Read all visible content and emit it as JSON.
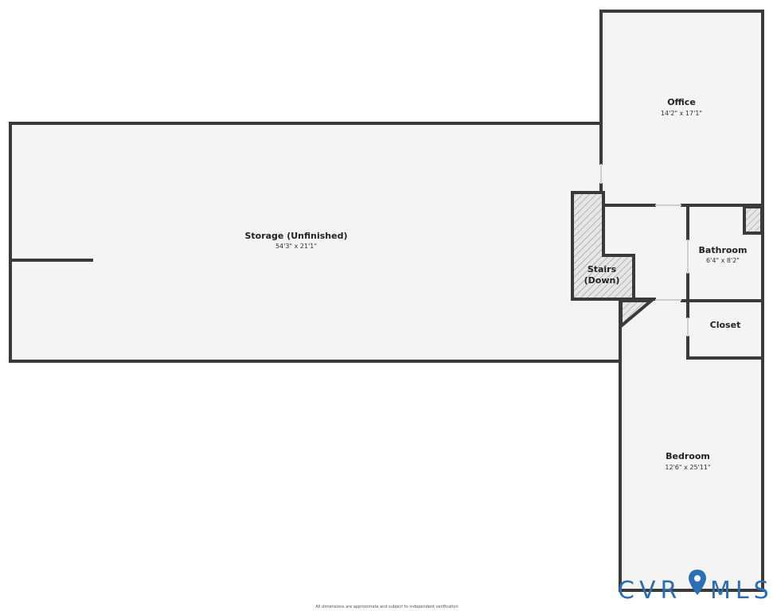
{
  "rooms": {
    "storage": {
      "name": "Storage (Unfinished)",
      "dims": "54'3\" x 21'1\""
    },
    "office": {
      "name": "Office",
      "dims": "14'2\" x 17'1\""
    },
    "stairs": {
      "line1": "Stairs",
      "line2": "(Down)"
    },
    "bathroom": {
      "name": "Bathroom",
      "dims": "6'4\" x 8'2\""
    },
    "closet": {
      "name": "Closet"
    },
    "bedroom": {
      "name": "Bedroom",
      "dims": "12'6\" x 25'11\""
    }
  },
  "footer": {
    "disclaimer": "All dimensions are approximate and subject to independent verification"
  },
  "logo": {
    "left": "CVR",
    "right": "MLS",
    "color": "#2a6fb6"
  },
  "colors": {
    "wall": "#3a3a3a",
    "floor": "#f4f4f4"
  }
}
